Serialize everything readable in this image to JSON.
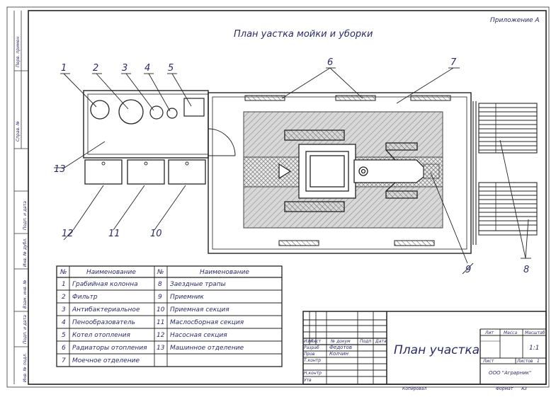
{
  "appendix": "Приложение А",
  "title": "План уастка мойки и уборки",
  "callouts": [
    "1",
    "2",
    "3",
    "4",
    "5",
    "6",
    "7",
    "8",
    "9",
    "10",
    "11",
    "12",
    "13"
  ],
  "side_labels": [
    "Перв. примен",
    "Справ. №",
    "Подп. и дата",
    "Инв. № дубл.",
    "Взам. инв. №",
    "Подп. и дата",
    "Инв. № подл."
  ],
  "legend": {
    "headers": [
      "№",
      "Наименование",
      "№",
      "Наименование"
    ],
    "rows": [
      {
        "n1": "1",
        "name1": "Грабийная колонна",
        "n2": "8",
        "name2": "Заездные трапы"
      },
      {
        "n1": "2",
        "name1": "Фильтр",
        "n2": "9",
        "name2": "Приемник"
      },
      {
        "n1": "3",
        "name1": "Антибактериальное",
        "n2": "10",
        "name2": "Приемная секция"
      },
      {
        "n1": "4",
        "name1": "Пенообразователь",
        "n2": "11",
        "name2": "Маслосборная секция"
      },
      {
        "n1": "5",
        "name1": "Котел отопления",
        "n2": "12",
        "name2": "Насосная секция"
      },
      {
        "n1": "6",
        "name1": "Радиаторы отопления",
        "n2": "13",
        "name2": "Машинное отделение"
      },
      {
        "n1": "7",
        "name1": "Моечное отделение",
        "n2": "",
        "name2": ""
      }
    ]
  },
  "title_block": {
    "izm": "Изм",
    "list": "Лист",
    "doc": "№ докум",
    "podp": "Подп",
    "data": "Дата",
    "razrab": "Разраб",
    "prov": "Пров",
    "tkontr": "Т.контр",
    "nkontr": "Н.контр",
    "utv": "Утв",
    "razrab_name": "Федотов",
    "prov_name": "Колчин",
    "drawing_title": "План участка",
    "lit": "Лит",
    "massa": "Масса",
    "masshtab": "Масштаб",
    "scale_value": "1:1",
    "sheet": "Лист",
    "sheets": "Листов",
    "sheets_value": "1",
    "org": "ООО \"Аграрник\"",
    "copied": "Копировал",
    "format": "Формат",
    "format_value": "А3"
  }
}
